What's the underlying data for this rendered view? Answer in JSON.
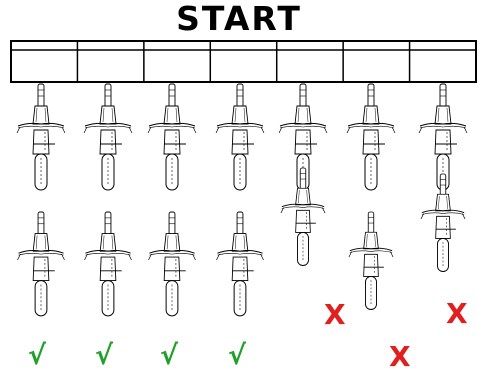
{
  "title": "START",
  "gate": {
    "lanes": 7
  },
  "results": [
    {
      "lane": 1,
      "mark": "√",
      "status": "pass"
    },
    {
      "lane": 2,
      "mark": "√",
      "status": "pass"
    },
    {
      "lane": 3,
      "mark": "√",
      "status": "pass"
    },
    {
      "lane": 4,
      "mark": "√",
      "status": "pass"
    },
    {
      "lane": 5,
      "mark": "X",
      "status": "fail"
    },
    {
      "lane": 6,
      "mark": "X",
      "status": "fail"
    },
    {
      "lane": 7,
      "mark": "X",
      "status": "fail"
    }
  ],
  "colors": {
    "pass": "#1fa12a",
    "fail": "#e0201e",
    "line": "#000000"
  }
}
